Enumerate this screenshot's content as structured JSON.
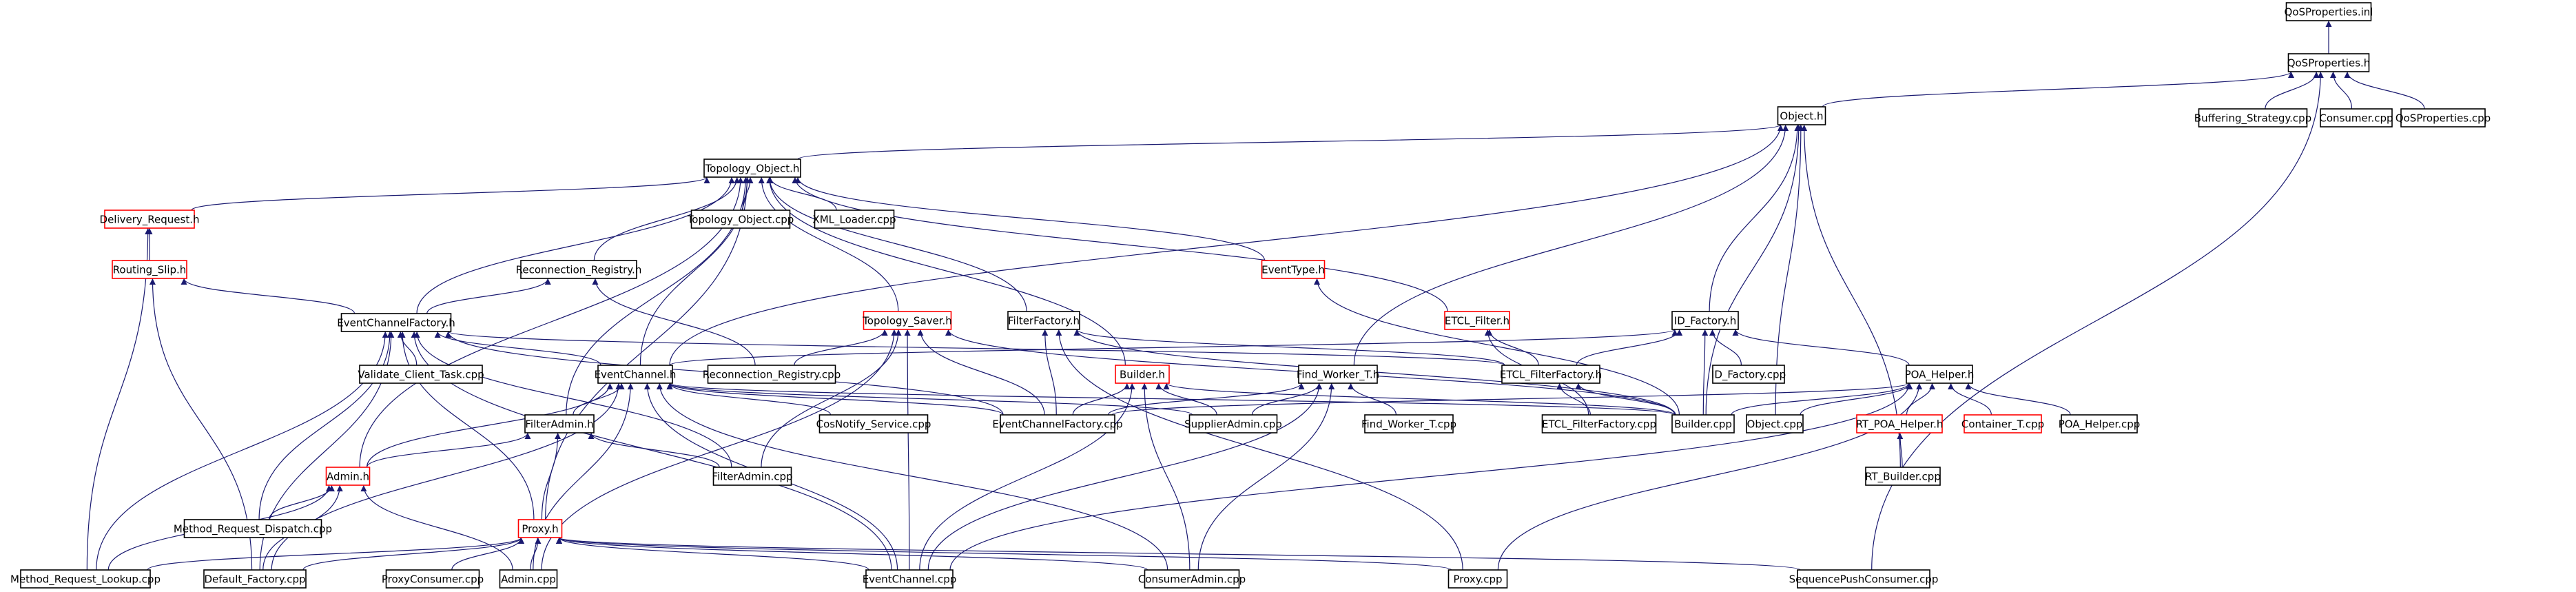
{
  "colors": {
    "background": "#ffffff",
    "root_fill": "#bfbfbf",
    "border_normal": "#000000",
    "border_truncated": "#ff0000",
    "edge": "#191970"
  },
  "nodes": [
    {
      "id": "qos_inl",
      "label": "QoSProperties.inl",
      "root": true,
      "truncated": false
    },
    {
      "id": "qos_h",
      "label": "QoSProperties.h",
      "root": false,
      "truncated": false
    },
    {
      "id": "buffering",
      "label": "Buffering_Strategy.cpp",
      "root": false,
      "truncated": false
    },
    {
      "id": "consumer",
      "label": "Consumer.cpp",
      "root": false,
      "truncated": false
    },
    {
      "id": "qos_cpp",
      "label": "QoSProperties.cpp",
      "root": false,
      "truncated": false
    },
    {
      "id": "object_h",
      "label": "Object.h",
      "root": false,
      "truncated": false
    },
    {
      "id": "topology_object_h",
      "label": "Topology_Object.h",
      "root": false,
      "truncated": false
    },
    {
      "id": "delivery_request_h",
      "label": "Delivery_Request.h",
      "root": false,
      "truncated": true
    },
    {
      "id": "topology_object_cpp",
      "label": "Topology_Object.cpp",
      "root": false,
      "truncated": false
    },
    {
      "id": "xml_loader",
      "label": "XML_Loader.cpp",
      "root": false,
      "truncated": false
    },
    {
      "id": "eventtype_h",
      "label": "EventType.h",
      "root": false,
      "truncated": true
    },
    {
      "id": "routing_slip_h",
      "label": "Routing_Slip.h",
      "root": false,
      "truncated": true
    },
    {
      "id": "reconnection_registry_h",
      "label": "Reconnection_Registry.h",
      "root": false,
      "truncated": false
    },
    {
      "id": "etcl_filter_h",
      "label": "ETCL_Filter.h",
      "root": false,
      "truncated": true
    },
    {
      "id": "id_factory_h",
      "label": "ID_Factory.h",
      "root": false,
      "truncated": false
    },
    {
      "id": "eventchannelfactory_h",
      "label": "EventChannelFactory.h",
      "root": false,
      "truncated": false
    },
    {
      "id": "topology_saver_h",
      "label": "Topology_Saver.h",
      "root": false,
      "truncated": true
    },
    {
      "id": "filterfactory_h",
      "label": "FilterFactory.h",
      "root": false,
      "truncated": false
    },
    {
      "id": "validate_client",
      "label": "Validate_Client_Task.cpp",
      "root": false,
      "truncated": false
    },
    {
      "id": "reconnection_registry_cpp",
      "label": "Reconnection_Registry.cpp",
      "root": false,
      "truncated": false
    },
    {
      "id": "eventchannel_h",
      "label": "EventChannel.h",
      "root": false,
      "truncated": false
    },
    {
      "id": "builder_h",
      "label": "Builder.h",
      "root": false,
      "truncated": true
    },
    {
      "id": "find_worker_h",
      "label": "Find_Worker_T.h",
      "root": false,
      "truncated": false
    },
    {
      "id": "etcl_filterfactory_h",
      "label": "ETCL_FilterFactory.h",
      "root": false,
      "truncated": false
    },
    {
      "id": "id_factory_cpp",
      "label": "ID_Factory.cpp",
      "root": false,
      "truncated": false
    },
    {
      "id": "poa_helper_h",
      "label": "POA_Helper.h",
      "root": false,
      "truncated": false
    },
    {
      "id": "filteradmin_h",
      "label": "FilterAdmin.h",
      "root": false,
      "truncated": false
    },
    {
      "id": "cosnotify_service",
      "label": "CosNotify_Service.cpp",
      "root": false,
      "truncated": false
    },
    {
      "id": "eventchannelfactory_cpp",
      "label": "EventChannelFactory.cpp",
      "root": false,
      "truncated": false
    },
    {
      "id": "supplieradmin_cpp",
      "label": "SupplierAdmin.cpp",
      "root": false,
      "truncated": false
    },
    {
      "id": "find_worker_cpp",
      "label": "Find_Worker_T.cpp",
      "root": false,
      "truncated": false
    },
    {
      "id": "etcl_filterfactory_cpp",
      "label": "ETCL_FilterFactory.cpp",
      "root": false,
      "truncated": false
    },
    {
      "id": "builder_cpp",
      "label": "Builder.cpp",
      "root": false,
      "truncated": false
    },
    {
      "id": "object_cpp",
      "label": "Object.cpp",
      "root": false,
      "truncated": false
    },
    {
      "id": "rt_poa_helper_h",
      "label": "RT_POA_Helper.h",
      "root": false,
      "truncated": true
    },
    {
      "id": "container_t_cpp",
      "label": "Container_T.cpp",
      "root": false,
      "truncated": true
    },
    {
      "id": "poa_helper_cpp",
      "label": "POA_Helper.cpp",
      "root": false,
      "truncated": false
    },
    {
      "id": "admin_h",
      "label": "Admin.h",
      "root": false,
      "truncated": true
    },
    {
      "id": "filteradmin_cpp",
      "label": "FilterAdmin.cpp",
      "root": false,
      "truncated": false
    },
    {
      "id": "rt_builder_cpp",
      "label": "RT_Builder.cpp",
      "root": false,
      "truncated": false
    },
    {
      "id": "method_request_dispatch",
      "label": "Method_Request_Dispatch.cpp",
      "root": false,
      "truncated": false
    },
    {
      "id": "proxy_h",
      "label": "Proxy.h",
      "root": false,
      "truncated": true
    },
    {
      "id": "method_request_lookup",
      "label": "Method_Request_Lookup.cpp",
      "root": false,
      "truncated": false
    },
    {
      "id": "default_factory",
      "label": "Default_Factory.cpp",
      "root": false,
      "truncated": false
    },
    {
      "id": "proxyconsumer_cpp",
      "label": "ProxyConsumer.cpp",
      "root": false,
      "truncated": false
    },
    {
      "id": "admin_cpp",
      "label": "Admin.cpp",
      "root": false,
      "truncated": false
    },
    {
      "id": "eventchannel_cpp",
      "label": "EventChannel.cpp",
      "root": false,
      "truncated": false
    },
    {
      "id": "consumeradmin_cpp",
      "label": "ConsumerAdmin.cpp",
      "root": false,
      "truncated": false
    },
    {
      "id": "proxy_cpp",
      "label": "Proxy.cpp",
      "root": false,
      "truncated": false
    },
    {
      "id": "sequencepushconsumer",
      "label": "SequencePushConsumer.cpp",
      "root": false,
      "truncated": false
    }
  ],
  "edges": [
    [
      "qos_h",
      "qos_inl"
    ],
    [
      "buffering",
      "qos_h"
    ],
    [
      "consumer",
      "qos_h"
    ],
    [
      "qos_cpp",
      "qos_h"
    ],
    [
      "object_h",
      "qos_h"
    ],
    [
      "sequencepushconsumer",
      "qos_h"
    ],
    [
      "topology_object_h",
      "object_h"
    ],
    [
      "id_factory_h",
      "object_h"
    ],
    [
      "builder_cpp",
      "object_h"
    ],
    [
      "object_cpp",
      "object_h"
    ],
    [
      "rt_builder_cpp",
      "object_h"
    ],
    [
      "eventchannel_h",
      "object_h"
    ],
    [
      "find_worker_h",
      "object_h"
    ],
    [
      "delivery_request_h",
      "topology_object_h"
    ],
    [
      "topology_object_cpp",
      "topology_object_h"
    ],
    [
      "xml_loader",
      "topology_object_h"
    ],
    [
      "eventtype_h",
      "topology_object_h"
    ],
    [
      "reconnection_registry_h",
      "topology_object_h"
    ],
    [
      "etcl_filter_h",
      "topology_object_h"
    ],
    [
      "eventchannelfactory_h",
      "topology_object_h"
    ],
    [
      "topology_saver_h",
      "topology_object_h"
    ],
    [
      "filterfactory_h",
      "topology_object_h"
    ],
    [
      "eventchannel_h",
      "topology_object_h"
    ],
    [
      "builder_h",
      "topology_object_h"
    ],
    [
      "filteradmin_h",
      "topology_object_h"
    ],
    [
      "admin_h",
      "topology_object_h"
    ],
    [
      "proxy_h",
      "topology_object_h"
    ],
    [
      "routing_slip_h",
      "delivery_request_h"
    ],
    [
      "method_request_lookup",
      "delivery_request_h"
    ],
    [
      "eventchannelfactory_h",
      "routing_slip_h"
    ],
    [
      "default_factory",
      "routing_slip_h"
    ],
    [
      "builder_cpp",
      "eventtype_h"
    ],
    [
      "eventchannelfactory_h",
      "reconnection_registry_h"
    ],
    [
      "reconnection_registry_cpp",
      "reconnection_registry_h"
    ],
    [
      "etcl_filterfactory_h",
      "etcl_filter_h"
    ],
    [
      "etcl_filterfactory_cpp",
      "etcl_filter_h"
    ],
    [
      "id_factory_cpp",
      "id_factory_h"
    ],
    [
      "poa_helper_h",
      "id_factory_h"
    ],
    [
      "builder_cpp",
      "id_factory_h"
    ],
    [
      "etcl_filterfactory_h",
      "id_factory_h"
    ],
    [
      "eventchannel_h",
      "id_factory_h"
    ],
    [
      "validate_client",
      "eventchannelfactory_h"
    ],
    [
      "eventchannel_h",
      "eventchannelfactory_h"
    ],
    [
      "filteradmin_cpp",
      "eventchannelfactory_h"
    ],
    [
      "eventchannel_cpp",
      "eventchannelfactory_h"
    ],
    [
      "etcl_filterfactory_h",
      "eventchannelfactory_h"
    ],
    [
      "method_request_dispatch",
      "eventchannelfactory_h"
    ],
    [
      "method_request_lookup",
      "eventchannelfactory_h"
    ],
    [
      "default_factory",
      "eventchannelfactory_h"
    ],
    [
      "proxy_h",
      "eventchannelfactory_h"
    ],
    [
      "eventchannelfactory_cpp",
      "eventchannelfactory_h"
    ],
    [
      "eventchannelfactory_cpp",
      "topology_saver_h"
    ],
    [
      "reconnection_registry_cpp",
      "topology_saver_h"
    ],
    [
      "eventchannel_cpp",
      "topology_saver_h"
    ],
    [
      "filteradmin_cpp",
      "topology_saver_h"
    ],
    [
      "builder_cpp",
      "topology_saver_h"
    ],
    [
      "admin_cpp",
      "topology_saver_h"
    ],
    [
      "eventchannelfactory_cpp",
      "filterfactory_h"
    ],
    [
      "builder_cpp",
      "filterfactory_h"
    ],
    [
      "etcl_filterfactory_h",
      "filterfactory_h"
    ],
    [
      "proxy_cpp",
      "filterfactory_h"
    ],
    [
      "filteradmin_h",
      "eventchannel_h"
    ],
    [
      "cosnotify_service",
      "eventchannel_h"
    ],
    [
      "eventchannelfactory_cpp",
      "eventchannel_h"
    ],
    [
      "supplieradmin_cpp",
      "eventchannel_h"
    ],
    [
      "builder_cpp",
      "eventchannel_h"
    ],
    [
      "admin_h",
      "eventchannel_h"
    ],
    [
      "eventchannel_cpp",
      "eventchannel_h"
    ],
    [
      "consumeradmin_cpp",
      "eventchannel_h"
    ],
    [
      "admin_cpp",
      "eventchannel_h"
    ],
    [
      "default_factory",
      "eventchannel_h"
    ],
    [
      "eventchannelfactory_cpp",
      "builder_h"
    ],
    [
      "supplieradmin_cpp",
      "builder_h"
    ],
    [
      "builder_cpp",
      "builder_h"
    ],
    [
      "eventchannel_cpp",
      "builder_h"
    ],
    [
      "consumeradmin_cpp",
      "builder_h"
    ],
    [
      "find_worker_cpp",
      "find_worker_h"
    ],
    [
      "eventchannelfactory_cpp",
      "find_worker_h"
    ],
    [
      "supplieradmin_cpp",
      "find_worker_h"
    ],
    [
      "eventchannel_cpp",
      "find_worker_h"
    ],
    [
      "consumeradmin_cpp",
      "find_worker_h"
    ],
    [
      "etcl_filterfactory_cpp",
      "etcl_filterfactory_h"
    ],
    [
      "builder_cpp",
      "etcl_filterfactory_h"
    ],
    [
      "rt_poa_helper_h",
      "poa_helper_h"
    ],
    [
      "container_t_cpp",
      "poa_helper_h"
    ],
    [
      "poa_helper_cpp",
      "poa_helper_h"
    ],
    [
      "builder_cpp",
      "poa_helper_h"
    ],
    [
      "object_cpp",
      "poa_helper_h"
    ],
    [
      "eventchannelfactory_cpp",
      "poa_helper_h"
    ],
    [
      "eventchannel_cpp",
      "poa_helper_h"
    ],
    [
      "proxy_cpp",
      "poa_helper_h"
    ],
    [
      "rt_builder_cpp",
      "rt_poa_helper_h"
    ],
    [
      "filteradmin_cpp",
      "filteradmin_h"
    ],
    [
      "admin_h",
      "filteradmin_h"
    ],
    [
      "proxy_h",
      "filteradmin_h"
    ],
    [
      "method_request_dispatch",
      "admin_h"
    ],
    [
      "method_request_lookup",
      "admin_h"
    ],
    [
      "default_factory",
      "admin_h"
    ],
    [
      "admin_cpp",
      "admin_h"
    ],
    [
      "method_request_lookup",
      "proxy_h"
    ],
    [
      "default_factory",
      "proxy_h"
    ],
    [
      "proxyconsumer_cpp",
      "proxy_h"
    ],
    [
      "admin_cpp",
      "proxy_h"
    ],
    [
      "eventchannel_cpp",
      "proxy_h"
    ],
    [
      "consumeradmin_cpp",
      "proxy_h"
    ],
    [
      "proxy_cpp",
      "proxy_h"
    ],
    [
      "sequencepushconsumer",
      "proxy_h"
    ]
  ]
}
